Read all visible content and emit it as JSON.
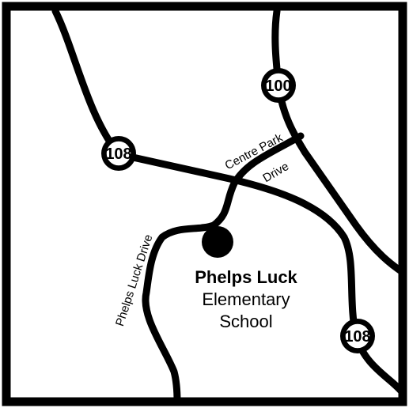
{
  "map": {
    "colors": {
      "road": "#000000",
      "background": "#ffffff",
      "frame": "#000000"
    },
    "routes": [
      {
        "number": "100"
      },
      {
        "number": "108"
      },
      {
        "number": "108"
      }
    ],
    "roads": {
      "centre_park_line1": "Centre Park",
      "centre_park_line2": "Drive",
      "phelps_luck": "Phelps Luck Drive"
    },
    "school": {
      "name_line1": "Phelps Luck",
      "name_line2": "Elementary",
      "name_line3": "School",
      "marker_icon": "filled-circle"
    }
  }
}
